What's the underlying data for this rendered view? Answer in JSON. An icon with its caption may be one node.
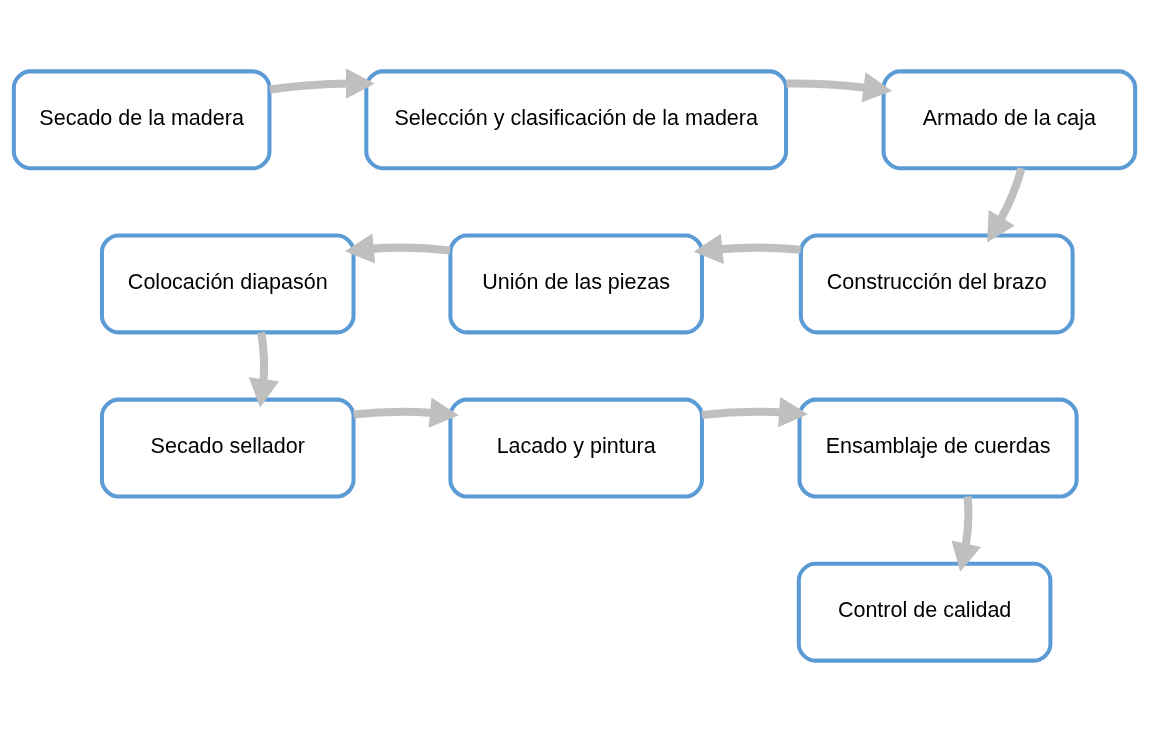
{
  "diagram": {
    "nodes": [
      {
        "text": [
          "Secado de la madera"
        ]
      },
      {
        "text": [
          "Selección y clasificación de la madera"
        ]
      },
      {
        "text": [
          "Armado de la caja"
        ]
      },
      {
        "text": [
          "Colocación diapasón"
        ]
      },
      {
        "text": [
          "Unión de las piezas"
        ]
      },
      {
        "text": [
          "Construcción del brazo"
        ]
      },
      {
        "text": [
          "Secado sellador"
        ]
      },
      {
        "text": [
          "Lacado y pintura"
        ]
      },
      {
        "text": [
          "Ensamblaje de cuerdas"
        ]
      },
      {
        "text": [
          "Control de calidad"
        ]
      }
    ],
    "edges": [
      {
        "from": 0,
        "to": 1,
        "arrow": "to"
      },
      {
        "from": 1,
        "to": 2,
        "arrow": "to"
      },
      {
        "from": 2,
        "to": 5,
        "arrow": "to"
      },
      {
        "from": 5,
        "to": 4,
        "arrow": "to"
      },
      {
        "from": 4,
        "to": 3,
        "arrow": "to"
      },
      {
        "from": 3,
        "to": 6,
        "arrow": "to"
      },
      {
        "from": 6,
        "to": 7,
        "arrow": "to"
      },
      {
        "from": 7,
        "to": 8,
        "arrow": "to"
      },
      {
        "from": 8,
        "to": 9,
        "arrow": "to"
      }
    ]
  }
}
